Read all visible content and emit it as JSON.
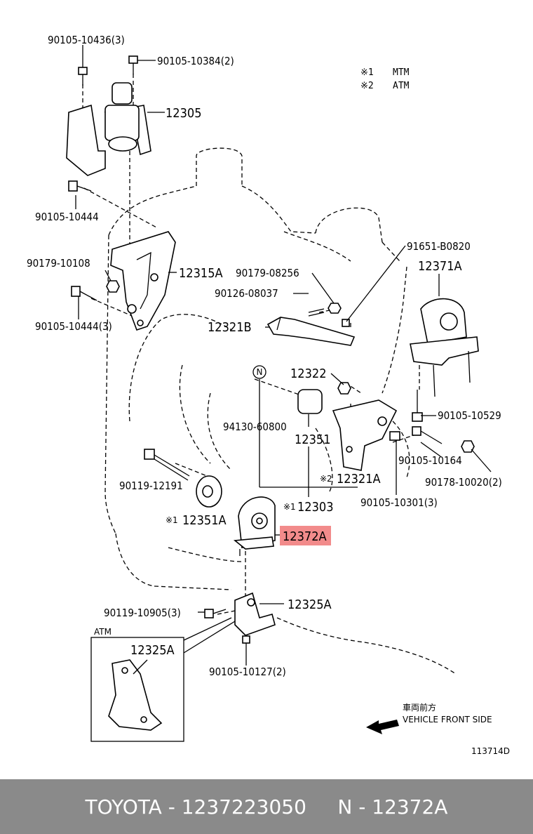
{
  "notes": {
    "n1_mark": "※1",
    "n1_text": "MTM",
    "n2_mark": "※2",
    "n2_text": "ATM"
  },
  "labels": {
    "b_90105_10436": "90105-10436(3)",
    "b_90105_10384": "90105-10384(2)",
    "p_12305": "12305",
    "b_90105_10444_top": "90105-10444",
    "n_90179_10108": "90179-10108",
    "p_12315A": "12315A",
    "b_90105_10444_3": "90105-10444(3)",
    "n_90179_08256": "90179-08256",
    "s_90126_08037": "90126-08037",
    "p_12321B": "12321B",
    "b_91651_B0820": "91651-B0820",
    "p_12371A": "12371A",
    "circle_n": "N",
    "p_12322": "12322",
    "p_94130_60800": "94130-60800",
    "p_12351": "12351",
    "b_90105_10529": "90105-10529",
    "b_90105_10164": "90105-10164",
    "b_90119_12191": "90119-12191",
    "p_12321A": "12321A",
    "p_12321A_mark": "※2",
    "n_90178_10020": "90178-10020(2)",
    "b_90105_10301": "90105-10301(3)",
    "p_12303": "12303",
    "p_12303_mark": "※1",
    "p_12351A": "12351A",
    "p_12351A_mark": "※1",
    "p_12372A": "12372A",
    "b_90119_10905": "90119-10905(3)",
    "p_12325A": "12325A",
    "atm_label": "ATM",
    "p_12325A_atm": "12325A",
    "b_90105_10127": "90105-10127(2)",
    "front_jp": "車両前方",
    "front_en": "VEHICLE FRONT SIDE",
    "fig_no": "113714D"
  },
  "colors": {
    "highlight": "#f28b8b",
    "footer_bg": "#8a8a8a",
    "footer_text": "#ffffff"
  },
  "footer": {
    "text": "TOYOTA - 1237223050     N - 12372A"
  }
}
